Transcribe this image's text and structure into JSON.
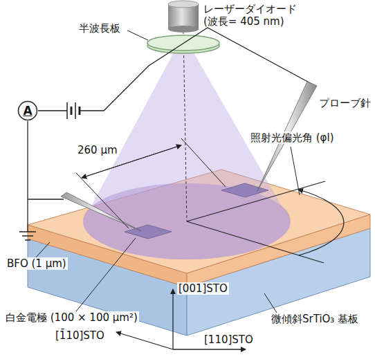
{
  "diagram": {
    "nodes": [
      {
        "text": [
          "A"
        ]
      }
    ],
    "labels": [
      "レーザーダイオード (波長= 405 nm)",
      "半波長板",
      "プローブ針",
      "260 μm",
      "照射光偏光角 (φl)",
      "BFO (1 μm)",
      "白金電極 (100 × 100 μm²)",
      "[1̄10]STO",
      "[001]STO",
      "[110]STO",
      "微傾斜SrTiO₃ 基板"
    ]
  }
}
